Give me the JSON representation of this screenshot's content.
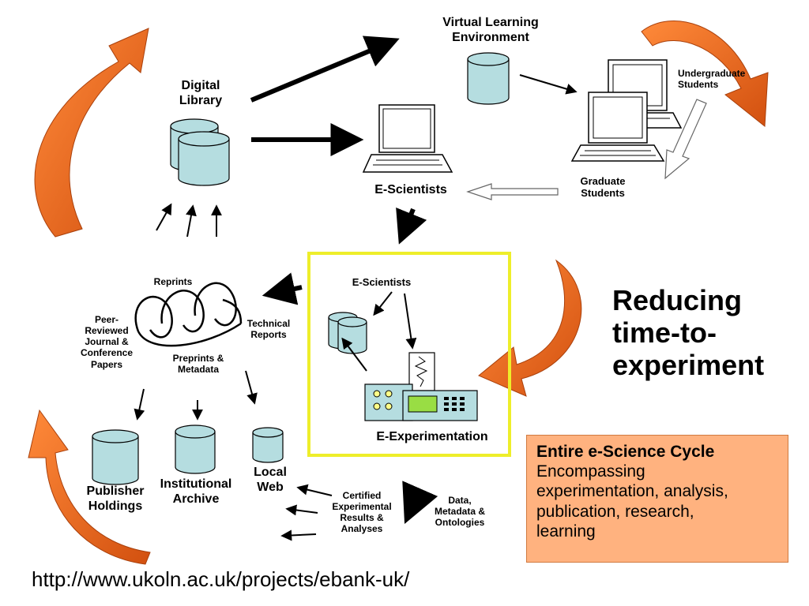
{
  "colors": {
    "db_fill": "#b5dde0",
    "arrow_orange": "#ee6a1a",
    "arrow_orange_dark": "#b2420a",
    "highlight_border": "#eeee2a",
    "callout_fill": "#ffb27f"
  },
  "nodes": {
    "vle": "Virtual Learning\nEnvironment",
    "digital_library": "Digital\nLibrary",
    "undergraduate": "Undergraduate\nStudents",
    "graduate": "Graduate\nStudents",
    "e_scientists_top": "E-Scientists",
    "e_scientists_box": "E-Scientists",
    "e_experimentation": "E-Experimentation",
    "reprints": "Reprints",
    "peer_reviewed": "Peer-\nReviewed\nJournal &\nConference\nPapers",
    "technical_reports": "Technical\nReports",
    "preprints": "Preprints &\nMetadata",
    "publisher_holdings": "Publisher\nHoldings",
    "institutional_archive": "Institutional\nArchive",
    "local_web": "Local\nWeb",
    "certified": "Certified\nExperimental\nResults &\nAnalyses",
    "data_metadata": "Data,\nMetadata &\nOntologies"
  },
  "headline": "Reducing\ntime-to-\nexperiment",
  "callout": {
    "title": "Entire e-Science Cycle",
    "description": "Encompassing\nexperimentation, analysis,\npublication, research,\nlearning"
  },
  "footer_url": "http://www.ukoln.ac.uk/projects/ebank-uk/"
}
